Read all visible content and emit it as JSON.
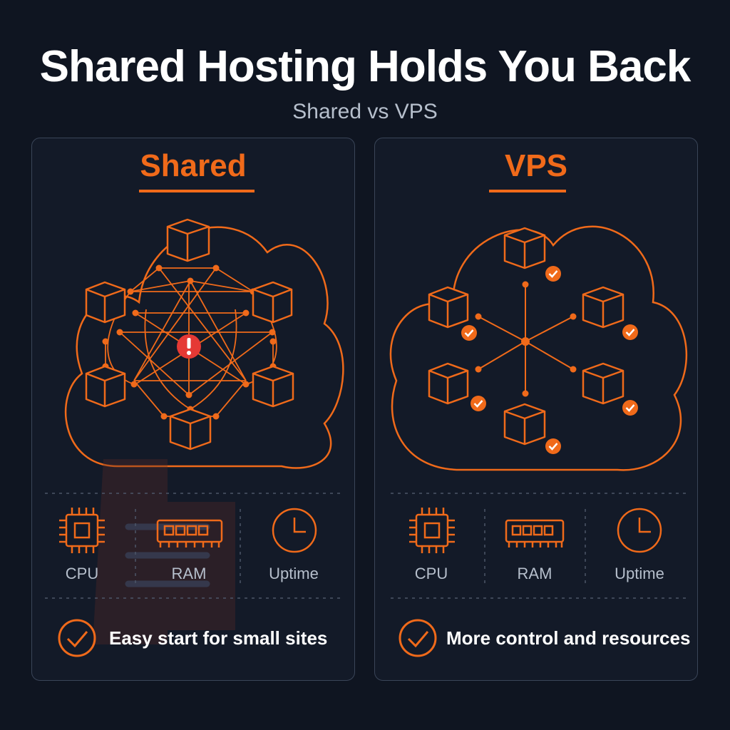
{
  "header": {
    "title": "Shared Hosting Holds You Back",
    "subtitle": "Shared vs VPS"
  },
  "panels": [
    {
      "heading": "Shared",
      "resources": [
        "CPU",
        "RAM",
        "Uptime"
      ],
      "footer": "Easy start for small sites",
      "status_icon": "warning-icon"
    },
    {
      "heading": "VPS",
      "resources": [
        "CPU",
        "RAM",
        "Uptime"
      ],
      "footer": "More control and resources",
      "status_icon": "check-badge-icon"
    }
  ],
  "colors": {
    "accent": "#f06a1a",
    "alert": "#e53935",
    "background": "#0f1521"
  }
}
